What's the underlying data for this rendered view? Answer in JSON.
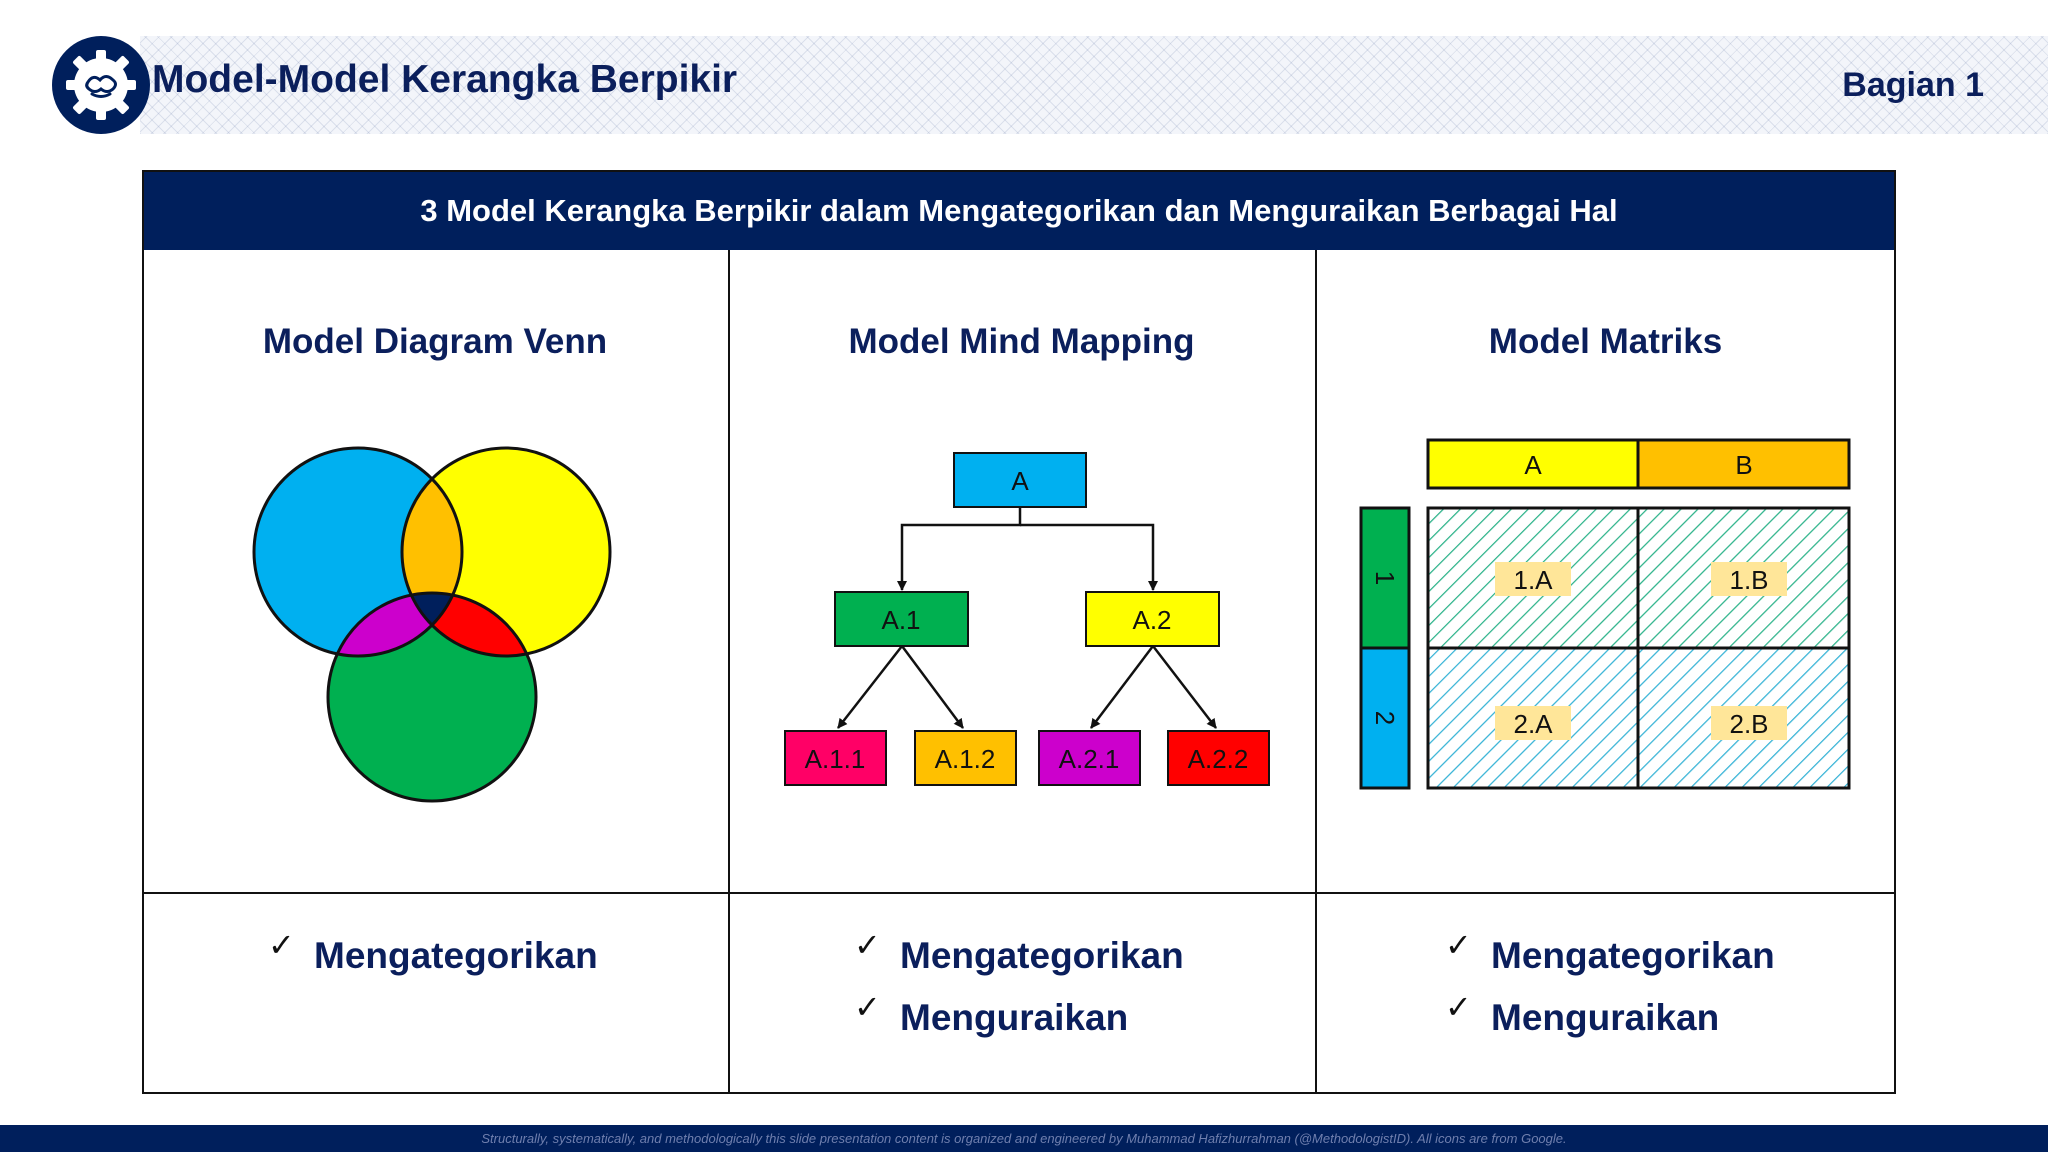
{
  "header": {
    "title": "Model-Model Kerangka Berpikir",
    "section": "Bagian 1",
    "logo_icon": "brain-gear-icon"
  },
  "table": {
    "heading": "3 Model Kerangka Berpikir dalam Mengategorikan dan Menguraikan Berbagai Hal",
    "columns": [
      {
        "title": "Model Diagram Venn",
        "bullets": [
          "Mengategorikan"
        ]
      },
      {
        "title": "Model Mind Mapping",
        "bullets": [
          "Mengategorikan",
          "Menguraikan"
        ]
      },
      {
        "title": "Model Matriks",
        "bullets": [
          "Mengategorikan",
          "Menguraikan"
        ]
      }
    ]
  },
  "mindmap": {
    "root": "A",
    "level1": [
      "A.1",
      "A.2"
    ],
    "level2": [
      "A.1.1",
      "A.1.2",
      "A.2.1",
      "A.2.2"
    ]
  },
  "matrix": {
    "col_headers": [
      "A",
      "B"
    ],
    "row_headers": [
      "1",
      "2"
    ],
    "cells": [
      "1.A",
      "1.B",
      "2.A",
      "2.B"
    ]
  },
  "colors": {
    "navy": "#001f5c",
    "blue": "#00b0f0",
    "yellow": "#ffff00",
    "green": "#00b050",
    "orange": "#ffc000",
    "purple": "#cc00cc",
    "red": "#ff0000",
    "pink": "#ff0066"
  },
  "check_symbol": "✓",
  "footer": "Structurally, systematically, and methodologically this slide presentation content is organized and engineered by Muhammad Hafizhurrahman (@MethodologistID). All icons are from Google."
}
